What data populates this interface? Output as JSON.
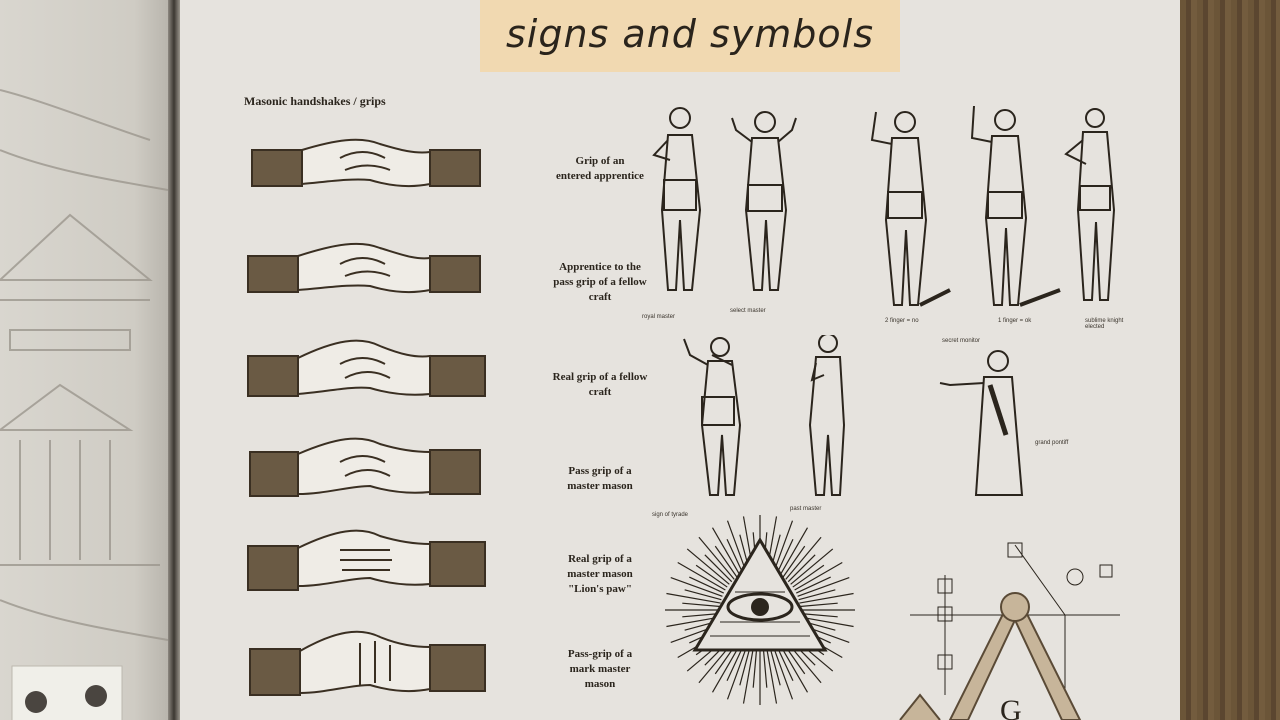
{
  "page_title": "signs and symbols",
  "handshakes": {
    "heading": "Masonic handshakes / grips",
    "grips": [
      {
        "line1": "Grip of an",
        "line2": "entered apprentice",
        "line3": ""
      },
      {
        "line1": "Apprentice to the",
        "line2": "pass grip of a fellow",
        "line3": "craft"
      },
      {
        "line1": "Real grip of a fellow",
        "line2": "craft",
        "line3": ""
      },
      {
        "line1": "Pass grip of a",
        "line2": "master mason",
        "line3": ""
      },
      {
        "line1": "Real grip of a",
        "line2": "master mason",
        "line3": "\"Lion's paw\""
      },
      {
        "line1": "Pass-grip of a",
        "line2": "mark master",
        "line3": "mason"
      }
    ]
  },
  "figures": {
    "captions": [
      "royal master",
      "select master",
      "2 finger = no",
      "1 finger = ok",
      "sublime knight elected",
      "secret monitor",
      "sign of tyrade",
      "past master",
      "grand pontiff"
    ]
  },
  "colors": {
    "title_band": "#f1d9b1",
    "ink": "#2b251d",
    "paper": "#e6e3de"
  }
}
